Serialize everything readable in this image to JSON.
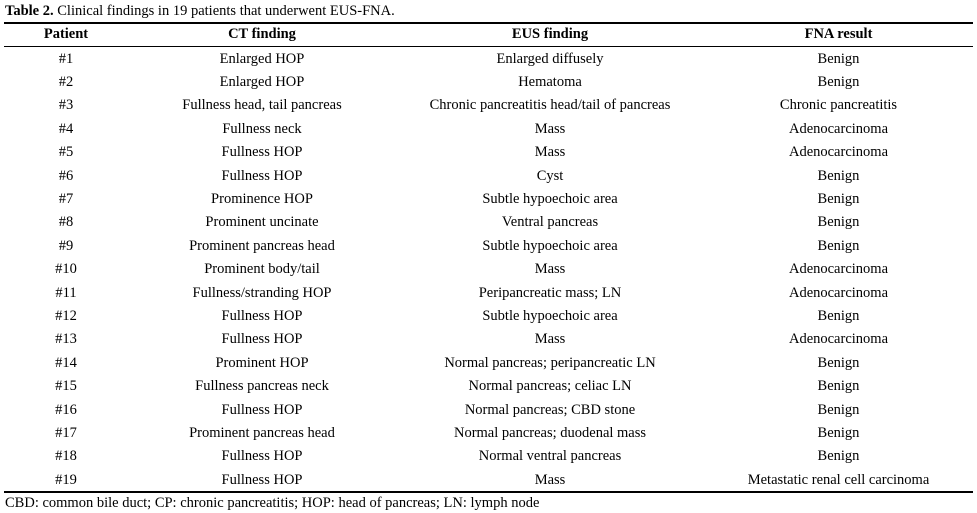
{
  "caption": {
    "label": "Table 2.",
    "text": " Clinical findings in 19 patients that underwent EUS-FNA."
  },
  "table": {
    "columns": [
      {
        "key": "patient",
        "header": "Patient"
      },
      {
        "key": "ct",
        "header": "CT finding"
      },
      {
        "key": "eus",
        "header": "EUS finding"
      },
      {
        "key": "fna",
        "header": "FNA result"
      }
    ],
    "rows": [
      {
        "patient": "#1",
        "ct": "Enlarged HOP",
        "eus": "Enlarged diffusely",
        "fna": "Benign"
      },
      {
        "patient": "#2",
        "ct": "Enlarged HOP",
        "eus": "Hematoma",
        "fna": "Benign"
      },
      {
        "patient": "#3",
        "ct": "Fullness head, tail pancreas",
        "eus": "Chronic pancreatitis head/tail of pancreas",
        "fna": "Chronic pancreatitis"
      },
      {
        "patient": "#4",
        "ct": "Fullness neck",
        "eus": "Mass",
        "fna": "Adenocarcinoma"
      },
      {
        "patient": "#5",
        "ct": "Fullness HOP",
        "eus": "Mass",
        "fna": "Adenocarcinoma"
      },
      {
        "patient": "#6",
        "ct": "Fullness HOP",
        "eus": "Cyst",
        "fna": "Benign"
      },
      {
        "patient": "#7",
        "ct": "Prominence HOP",
        "eus": "Subtle hypoechoic area",
        "fna": "Benign"
      },
      {
        "patient": "#8",
        "ct": "Prominent uncinate",
        "eus": "Ventral pancreas",
        "fna": "Benign"
      },
      {
        "patient": "#9",
        "ct": "Prominent pancreas head",
        "eus": "Subtle hypoechoic area",
        "fna": "Benign"
      },
      {
        "patient": "#10",
        "ct": "Prominent body/tail",
        "eus": "Mass",
        "fna": "Adenocarcinoma"
      },
      {
        "patient": "#11",
        "ct": "Fullness/stranding HOP",
        "eus": "Peripancreatic mass; LN",
        "fna": "Adenocarcinoma"
      },
      {
        "patient": "#12",
        "ct": "Fullness HOP",
        "eus": "Subtle hypoechoic area",
        "fna": "Benign"
      },
      {
        "patient": "#13",
        "ct": "Fullness HOP",
        "eus": "Mass",
        "fna": "Adenocarcinoma"
      },
      {
        "patient": "#14",
        "ct": "Prominent HOP",
        "eus": "Normal pancreas; peripancreatic LN",
        "fna": "Benign"
      },
      {
        "patient": "#15",
        "ct": "Fullness pancreas neck",
        "eus": "Normal pancreas; celiac LN",
        "fna": "Benign"
      },
      {
        "patient": "#16",
        "ct": "Fullness HOP",
        "eus": "Normal pancreas; CBD stone",
        "fna": "Benign"
      },
      {
        "patient": "#17",
        "ct": "Prominent pancreas head",
        "eus": "Normal pancreas; duodenal mass",
        "fna": "Benign"
      },
      {
        "patient": "#18",
        "ct": "Fullness HOP",
        "eus": "Normal ventral pancreas",
        "fna": "Benign"
      },
      {
        "patient": "#19",
        "ct": "Fullness HOP",
        "eus": "Mass",
        "fna": "Metastatic renal cell carcinoma"
      }
    ]
  },
  "footnote": "CBD: common bile duct; CP: chronic pancreatitis; HOP: head of pancreas; LN: lymph node"
}
